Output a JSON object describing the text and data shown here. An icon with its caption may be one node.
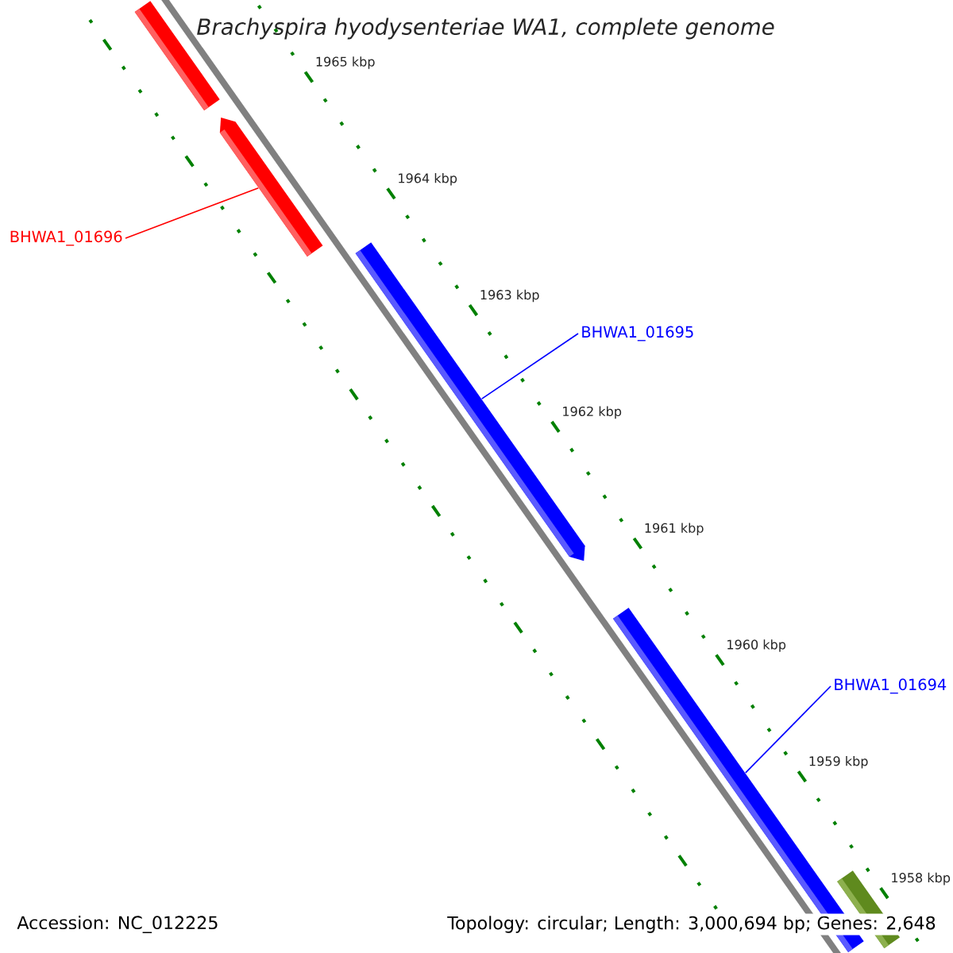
{
  "diagram": {
    "title": "Brachyspira hyodysenteriae WA1, complete genome",
    "nodes": [
      {
        "text": [],
        "shape": "bar"
      },
      {
        "text": [],
        "shape": "bar"
      },
      {
        "text": [],
        "shape": "bar"
      },
      {
        "text": [],
        "shape": "bar"
      },
      {
        "text": [],
        "shape": "bar"
      },
      {
        "text": [
          "BHWA1_01696"
        ]
      },
      {
        "text": [
          "BHWA1_01695"
        ]
      },
      {
        "text": [
          "BHWA1_01694"
        ]
      }
    ],
    "edges": [
      {
        "from": 5,
        "to": 1,
        "arrow": "none",
        "color": "#ff0000"
      },
      {
        "from": 6,
        "to": 2,
        "arrow": "none"
      },
      {
        "from": 7,
        "to": 3,
        "arrow": "none"
      }
    ],
    "labels": [
      "1965 kbp",
      "1964 kbp",
      "1963 kbp",
      "1962 kbp",
      "1961 kbp",
      "1960 kbp",
      "1959 kbp",
      "1958 kbp",
      "Accession: NC_012225",
      "Topology: circular; Length: 3,000,694 bp; Genes: 2,648"
    ]
  }
}
